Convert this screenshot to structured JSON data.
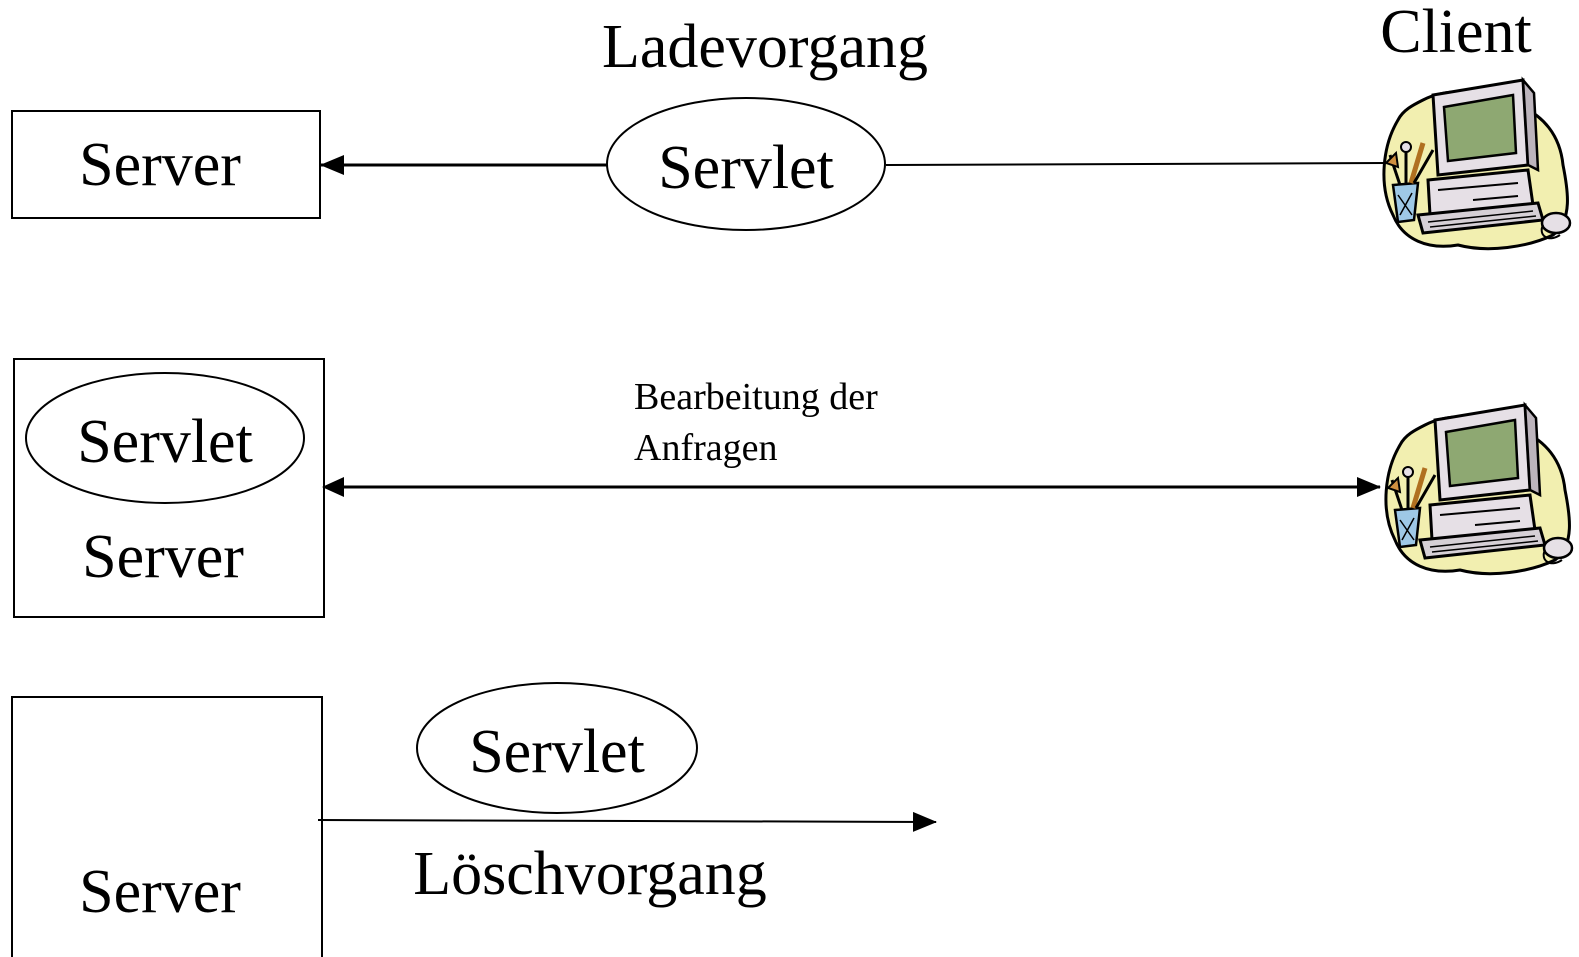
{
  "row1": {
    "title": "Ladevorgang",
    "client_label": "Client",
    "server_label": "Server",
    "servlet_label": "Servlet"
  },
  "row2": {
    "servlet_label": "Servlet",
    "server_label": "Server",
    "caption_line1": "Bearbeitung der",
    "caption_line2": "Anfragen"
  },
  "row3": {
    "servlet_label": "Servlet",
    "server_label": "Server",
    "caption": "Löschvorgang"
  },
  "icons": [
    "computer-icon",
    "computer-icon"
  ],
  "colors": {
    "stroke": "#000000",
    "blob": "#f2efb0",
    "screen": "#8ea872",
    "monitor": "#e6e0e6"
  }
}
